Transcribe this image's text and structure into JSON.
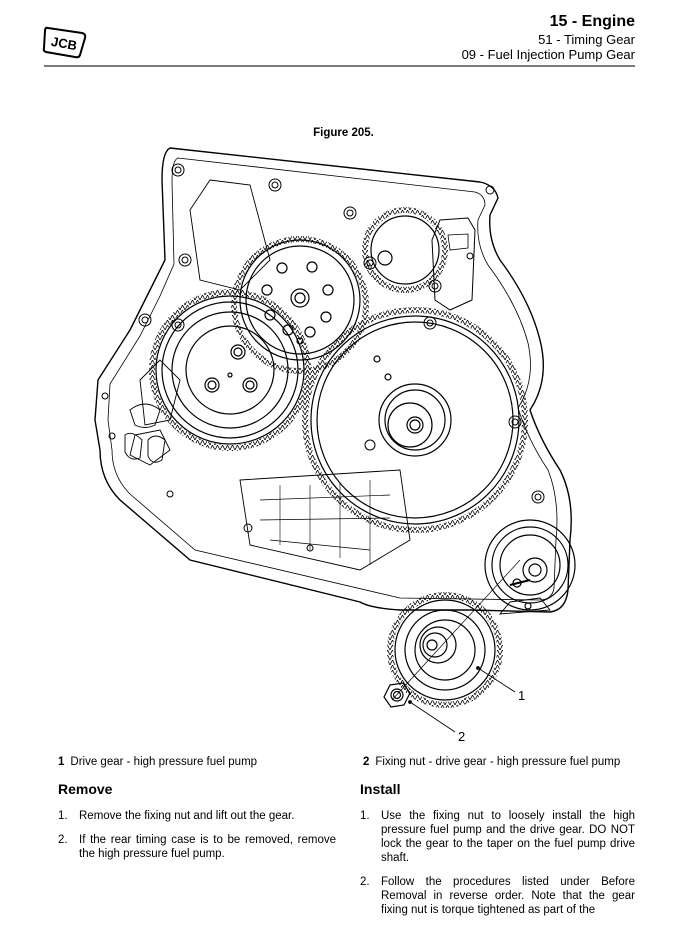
{
  "header": {
    "brand_logo": "JCB",
    "chapter": "15 - Engine",
    "section": "51 - Timing Gear",
    "subsection": "09 - Fuel Injection Pump Gear"
  },
  "figure": {
    "caption": "Figure 205.",
    "callouts": [
      "1",
      "2"
    ]
  },
  "key": [
    {
      "num": "1",
      "text": "Drive gear - high pressure fuel pump"
    },
    {
      "num": "2",
      "text": "Fixing nut - drive gear - high pressure fuel pump"
    }
  ],
  "remove": {
    "heading": "Remove",
    "steps": [
      {
        "num": "1.",
        "text": "Remove the fixing nut and lift out the gear."
      },
      {
        "num": "2.",
        "text": "If the rear timing case is to be removed, remove the high pressure fuel pump."
      }
    ]
  },
  "install": {
    "heading": "Install",
    "steps": [
      {
        "num": "1.",
        "text": "Use the fixing nut to loosely install the high pressure fuel pump and the drive gear. DO NOT lock the gear to the taper on the fuel pump drive shaft."
      },
      {
        "num": "2.",
        "text": "Follow the procedures listed under Before Removal in reverse order. Note that the gear fixing nut is torque tightened as part of the"
      }
    ]
  }
}
